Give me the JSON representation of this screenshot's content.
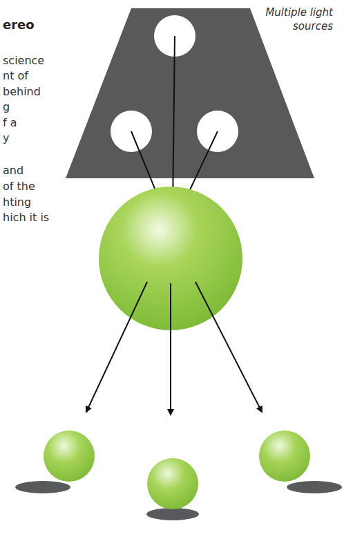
{
  "diagram": {
    "labels": [
      "ereo",
      "science",
      "nt of",
      "behind",
      "g",
      "f a",
      "y",
      "and",
      "of the",
      "hting",
      "hich it is",
      "Multiple light sources"
    ]
  }
}
